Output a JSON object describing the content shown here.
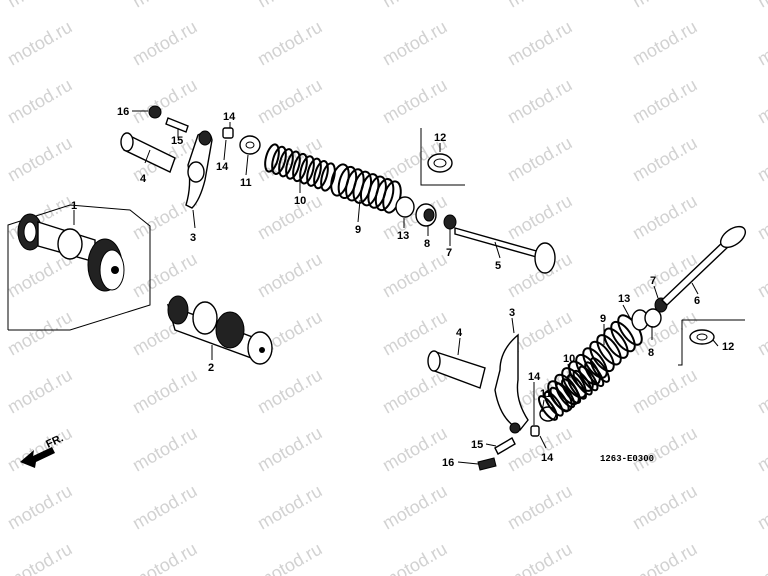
{
  "watermark": "motod.ru",
  "drawing_code": "1263-E0300",
  "direction_label": "FR.",
  "callouts": [
    "1",
    "2",
    "3",
    "4",
    "5",
    "6",
    "7",
    "8",
    "9",
    "10",
    "11",
    "12",
    "13",
    "14",
    "15",
    "16"
  ]
}
